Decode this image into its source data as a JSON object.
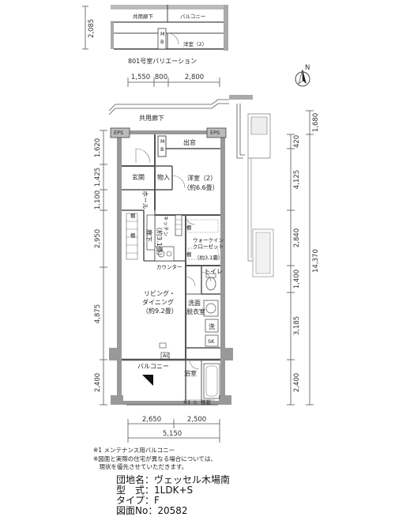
{
  "variation": {
    "dim_top": "2,085",
    "corridor": "共用廊下",
    "balcony": "バルコニー",
    "room": "洋室（2）",
    "mb": [
      "M",
      "B"
    ],
    "caption": "801号室バリエーション"
  },
  "top_dims": [
    "1,550",
    "800",
    "2,800"
  ],
  "left_dims": [
    "1,620",
    "1,425",
    "1,100",
    "2,950",
    "4,875",
    "2,400"
  ],
  "right_dims_inner": [
    "420",
    "4,125",
    "2,840",
    "1,400",
    "3,185",
    "2,400"
  ],
  "right_dims_outer": [
    "1,680",
    "14,370"
  ],
  "bottom_dims": [
    "2,650",
    "2,500",
    "5,150"
  ],
  "north": "N",
  "rooms": {
    "corridor": "共用廊下",
    "eps_left": "EPS",
    "eps_right": "EPS",
    "mb": [
      "M",
      "B"
    ],
    "exit_window": "出窓",
    "genkan": "玄関",
    "storage": "物入",
    "western_room": "洋室（2）",
    "western_size": "（約6.6畳）",
    "hall": "ホール",
    "kitchen": "キッチン",
    "kitchen_size": "（約3.1畳）",
    "hallway": "廊下",
    "shelf": "棚",
    "walkin": "ウォークイン",
    "closet": "クローゼット",
    "walkin_size": "（約3.1畳）",
    "counter": "カウンター",
    "toilet": "トイレ",
    "living": "リビング・",
    "dining": "ダイニング",
    "living_size": "（約9.2畳）",
    "washroom": "洗面",
    "dressing": "脱衣室",
    "wash": "洗",
    "sk": "SK",
    "ac": "AC",
    "balcony": "バルコニー",
    "bath": "浴室",
    "maint_balcony_label": "※1",
    "planter": "植栽"
  },
  "notes": [
    "※1 メンテナンス用バルコニー",
    "※図面と実際の住宅が異なる場合については、",
    "　現状を優先させていただきます。"
  ],
  "info": {
    "name_label": "団地名：",
    "name_value": "ヴェッセル木場南",
    "type_label": "型　式：",
    "type_value": "1LDK+S",
    "kind_label": "タイプ：",
    "kind_value": "F",
    "number_label": "図面No：",
    "number_value": "20582"
  }
}
